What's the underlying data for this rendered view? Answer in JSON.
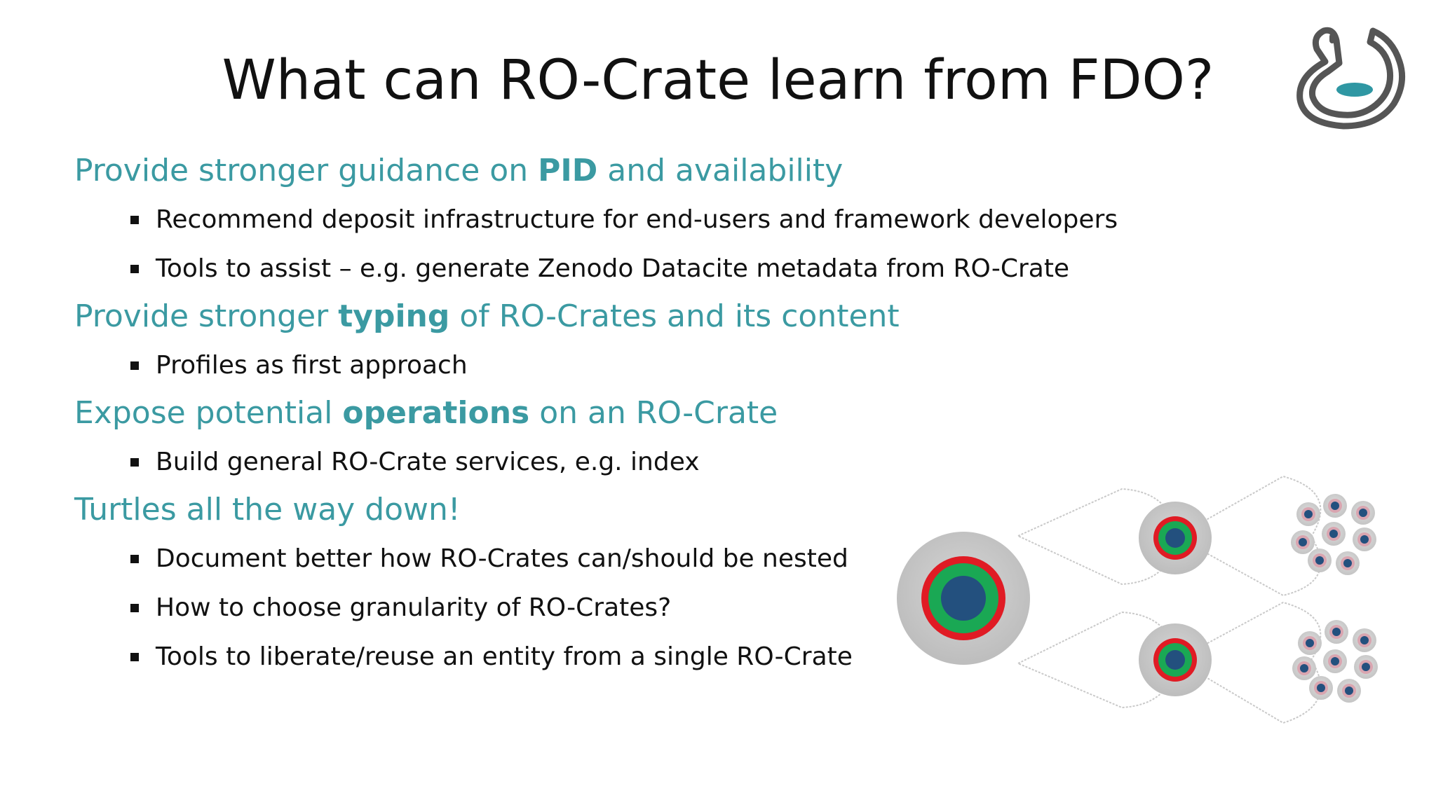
{
  "slide": {
    "title": "What can RO-Crate learn from FDO?",
    "accent_color": "#3b9aa2",
    "sections": [
      {
        "heading_pre": "Provide stronger guidance on ",
        "heading_bold": "PID",
        "heading_post": " and availability",
        "bullets": [
          "Recommend deposit infrastructure for end-users and framework developers",
          "Tools to assist – e.g. generate Zenodo Datacite metadata from RO-Crate"
        ]
      },
      {
        "heading_pre": "Provide stronger ",
        "heading_bold": "typing",
        "heading_post": " of RO-Crates and its content",
        "bullets": [
          "Profiles as first approach"
        ]
      },
      {
        "heading_pre": "Expose potential ",
        "heading_bold": "operations",
        "heading_post": " on an RO-Crate",
        "bullets": [
          "Build general RO-Crate services, e.g. index"
        ]
      },
      {
        "heading_pre": "Turtles all the way down!",
        "heading_bold": "",
        "heading_post": "",
        "bullets": [
          "Document better how RO-Crates can/should be nested",
          "How to choose granularity of RO-Crates?",
          "Tools to liberate/reuse an entity from a single RO-Crate"
        ]
      }
    ],
    "logo_icon": "flask-logo-icon",
    "illustration_icon": "nested-crates-illustration"
  }
}
